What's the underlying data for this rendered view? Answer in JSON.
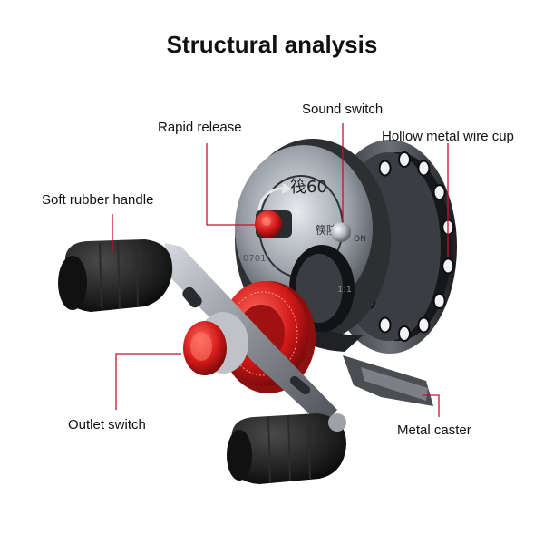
{
  "title": "Structural analysis",
  "labels": {
    "rapid_release": "Rapid release",
    "sound_switch": "Sound switch",
    "hollow_cup": "Hollow metal wire cup",
    "soft_handle": "Soft rubber handle",
    "outlet_switch": "Outlet switch",
    "metal_caster": "Metal caster"
  },
  "reel_markings": {
    "model": "筏60",
    "brand": "筷陸",
    "code": "0701",
    "ratio": "1:1",
    "on": "ON"
  },
  "colors": {
    "leader_line": "#c8102e",
    "red_parts": "#d01818",
    "metal": "#5a5d63",
    "rubber": "#1c1c1c"
  }
}
